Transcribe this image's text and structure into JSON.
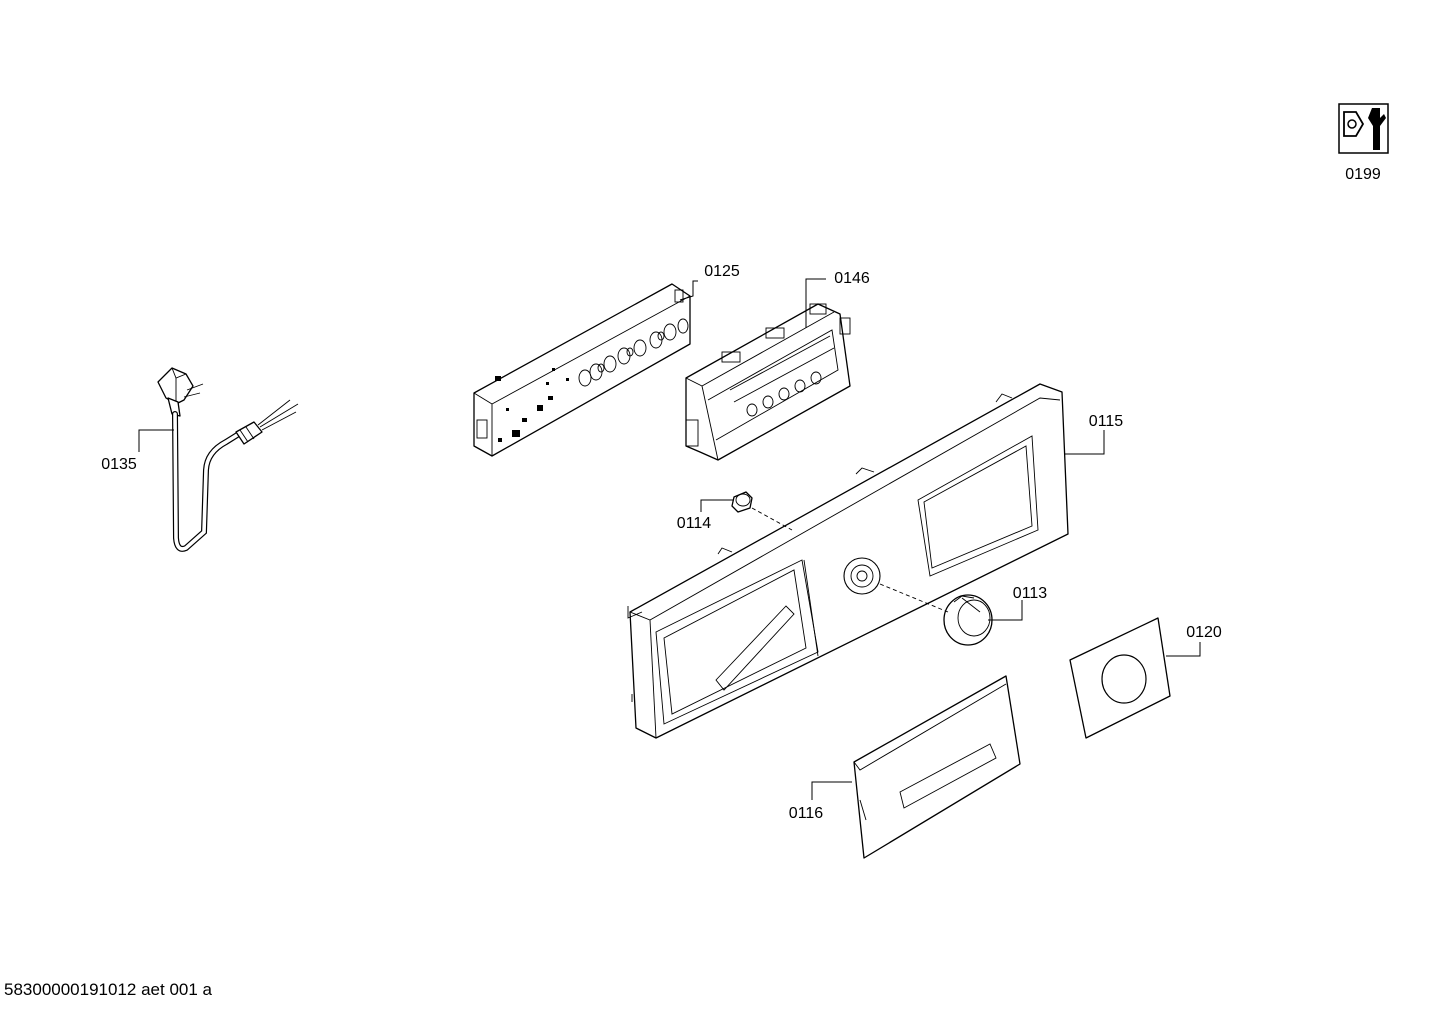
{
  "document_id": "58300000191012 aet 001 a",
  "parts": [
    {
      "id": "p0199",
      "label": "0199",
      "icon": "service-wrench-icon"
    },
    {
      "id": "p0125",
      "label": "0125"
    },
    {
      "id": "p0146",
      "label": "0146"
    },
    {
      "id": "p0135",
      "label": "0135"
    },
    {
      "id": "p0115",
      "label": "0115"
    },
    {
      "id": "p0114",
      "label": "0114"
    },
    {
      "id": "p0113",
      "label": "0113"
    },
    {
      "id": "p0120",
      "label": "0120"
    },
    {
      "id": "p0116",
      "label": "0116"
    }
  ]
}
